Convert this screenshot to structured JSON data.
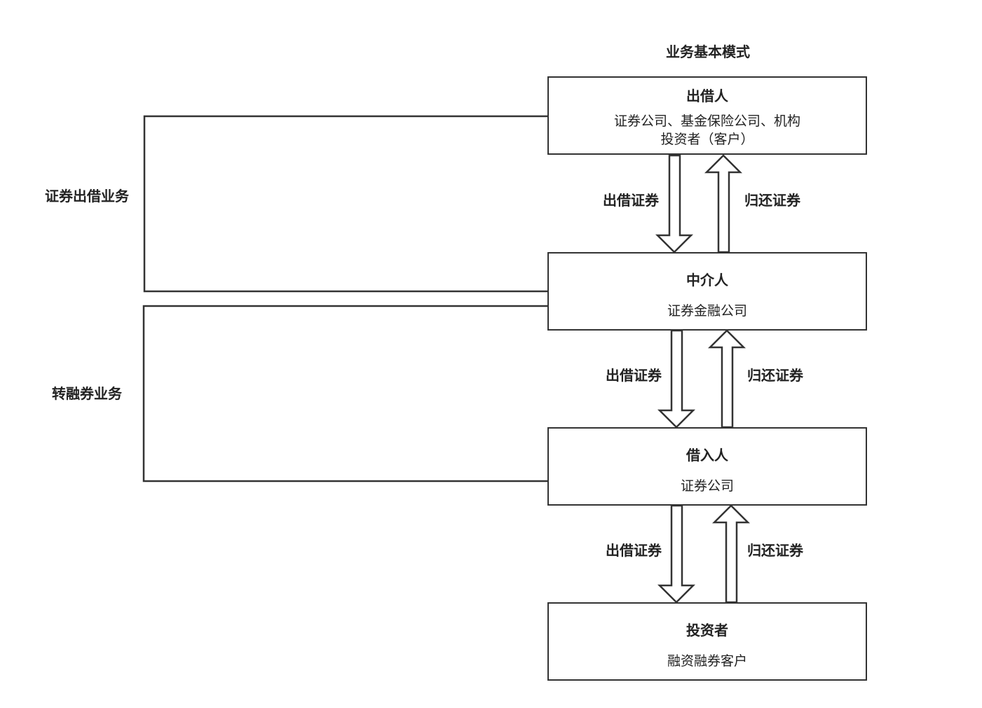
{
  "title": "业务基本模式",
  "boxes": [
    {
      "title": "出借人",
      "desc_line1": "证券公司、基金保险公司、机构",
      "desc_line2": "投资者（客户）"
    },
    {
      "title": "中介人",
      "desc_line1": "证券金融公司"
    },
    {
      "title": "借入人",
      "desc_line1": "证券公司"
    },
    {
      "title": "投资者",
      "desc_line1": "融资融券客户"
    }
  ],
  "arrows": {
    "lend_label": "出借证券",
    "return_label": "归还证券"
  },
  "side_labels": {
    "securities_lending": "证券出借业务",
    "refinancing": "转融券业务"
  }
}
